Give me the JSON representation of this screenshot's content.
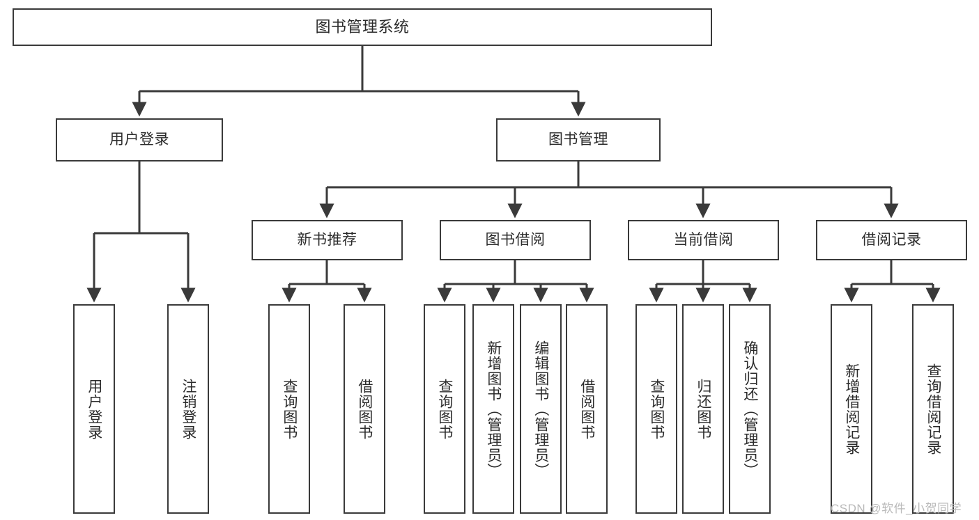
{
  "diagram": {
    "title": "图书管理系统",
    "type": "tree",
    "orientation": "top-down",
    "stroke_color": "#3a3a3a",
    "fill_color": "#ffffff",
    "text_color": "#2b2b2b"
  },
  "nodes": {
    "root": {
      "label": "图书管理系统"
    },
    "level2": [
      {
        "id": "user-login",
        "label": "用户登录"
      },
      {
        "id": "book-management",
        "label": "图书管理"
      }
    ],
    "level3": [
      {
        "id": "new-book-recommend",
        "label": "新书推荐"
      },
      {
        "id": "book-borrow",
        "label": "图书借阅"
      },
      {
        "id": "current-borrow",
        "label": "当前借阅"
      },
      {
        "id": "borrow-record",
        "label": "借阅记录"
      }
    ],
    "leaves": [
      {
        "id": "leaf-user-login",
        "label": "用户登录",
        "parent": "user-login"
      },
      {
        "id": "leaf-logout-login",
        "label": "注销登录",
        "parent": "user-login"
      },
      {
        "id": "leaf-query-book-1",
        "label": "查询图书",
        "parent": "new-book-recommend"
      },
      {
        "id": "leaf-borrow-book-1",
        "label": "借阅图书",
        "parent": "new-book-recommend"
      },
      {
        "id": "leaf-query-book-2",
        "label": "查询图书",
        "parent": "book-borrow"
      },
      {
        "id": "leaf-add-book",
        "label": "新增图书（管理员）",
        "parent": "book-borrow"
      },
      {
        "id": "leaf-edit-book",
        "label": "编辑图书（管理员）",
        "parent": "book-borrow"
      },
      {
        "id": "leaf-borrow-book-2",
        "label": "借阅图书",
        "parent": "book-borrow"
      },
      {
        "id": "leaf-query-book-3",
        "label": "查询图书",
        "parent": "current-borrow"
      },
      {
        "id": "leaf-return-book",
        "label": "归还图书",
        "parent": "current-borrow"
      },
      {
        "id": "leaf-confirm-return",
        "label": "确认归还（管理员）",
        "parent": "current-borrow"
      },
      {
        "id": "leaf-add-record",
        "label": "新增借阅记录",
        "parent": "borrow-record"
      },
      {
        "id": "leaf-query-record",
        "label": "查询借阅记录",
        "parent": "borrow-record"
      }
    ]
  },
  "watermark": {
    "text": "CSDN @软件_小贺同学"
  }
}
